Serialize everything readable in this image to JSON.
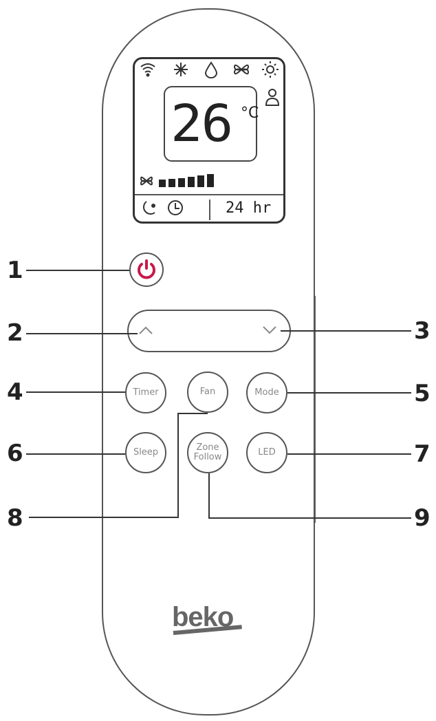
{
  "display": {
    "temperature": "26",
    "unit": "°C",
    "timer_value": "24 hr",
    "fan_bars": 6,
    "top_icons": [
      "wifi-icon",
      "snowflake-cool-icon",
      "droplet-dry-icon",
      "fan-icon",
      "sun-heat-icon"
    ],
    "side_icon": "person-icon",
    "bottom_icons": [
      "sleep-moon-icon",
      "clock-icon"
    ]
  },
  "buttons": {
    "power": {
      "icon": "power-icon",
      "color": "#c8184a"
    },
    "up": {
      "icon": "chevron-up-icon"
    },
    "down": {
      "icon": "chevron-down-icon"
    },
    "timer": "Timer",
    "fan": "Fan",
    "mode": "Mode",
    "sleep": "Sleep",
    "zone_follow_1": "Zone",
    "zone_follow_2": "Follow",
    "led": "LED"
  },
  "callouts": {
    "n1": "1",
    "n2": "2",
    "n3": "3",
    "n4": "4",
    "n5": "5",
    "n6": "6",
    "n7": "7",
    "n8": "8",
    "n9": "9"
  },
  "brand": {
    "logo": "beko"
  }
}
